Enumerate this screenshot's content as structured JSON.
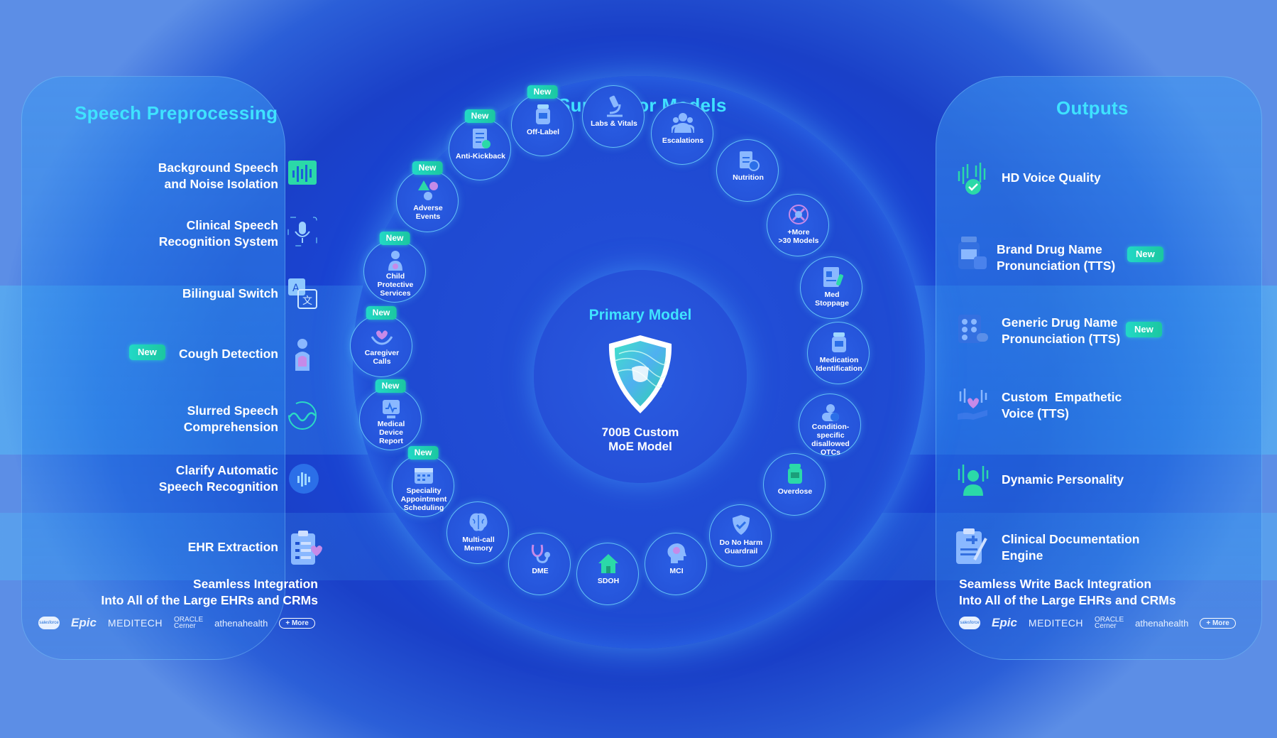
{
  "colors": {
    "accent": "#3fe2ff",
    "badge": "#22d8c6",
    "background": "#1a45d6"
  },
  "badge_label": "New",
  "left": {
    "title": "Speech Preprocessing",
    "items": [
      {
        "label": "Background Speech\nand Noise Isolation",
        "icon": "waveform-icon"
      },
      {
        "label": "Clinical Speech\nRecognition System",
        "icon": "microphone-icon"
      },
      {
        "label": "Bilingual Switch",
        "icon": "translate-icon"
      },
      {
        "label": "Cough Detection",
        "icon": "lungs-icon",
        "badge": true
      },
      {
        "label": "Slurred Speech\nComprehension",
        "icon": "wave-circle-icon"
      },
      {
        "label": "Clarify Automatic\nSpeech Recognition",
        "icon": "voice-circle-icon"
      },
      {
        "label": "EHR Extraction",
        "icon": "clipboard-icon"
      }
    ],
    "integration": "Seamless Integration\nInto All of the Large EHRs and CRMs"
  },
  "center": {
    "title": "Supervisor Models",
    "primary_title": "Primary Model",
    "primary_subtitle": "700B Custom\nMoE Model",
    "nodes": [
      {
        "label": "Off-Label",
        "new": true,
        "icon": "pill-bottle-icon"
      },
      {
        "label": "Labs & Vitals",
        "new": false,
        "icon": "microscope-icon"
      },
      {
        "label": "Escalations",
        "new": false,
        "icon": "people-icon"
      },
      {
        "label": "Nutrition",
        "new": false,
        "icon": "clipboard-apple-icon"
      },
      {
        "label": "+More\n>30 Models",
        "new": false,
        "icon": "network-icon"
      },
      {
        "label": "Med\nStoppage",
        "new": false,
        "icon": "prescription-icon"
      },
      {
        "label": "Medication\nIdentification",
        "new": false,
        "icon": "pill-bottle-icon"
      },
      {
        "label": "Condition-\nspecific\ndisallowed\nOTCs",
        "new": false,
        "icon": "capsules-icon"
      },
      {
        "label": "Overdose",
        "new": false,
        "icon": "medicine-icon"
      },
      {
        "label": "Do No Harm\nGuardrail",
        "new": false,
        "icon": "shield-check-icon"
      },
      {
        "label": "MCI",
        "new": false,
        "icon": "head-brain-icon"
      },
      {
        "label": "SDOH",
        "new": false,
        "icon": "house-icon"
      },
      {
        "label": "DME",
        "new": false,
        "icon": "stethoscope-icon"
      },
      {
        "label": "Multi-call\nMemory",
        "new": false,
        "icon": "brain-icon"
      },
      {
        "label": "Speciality\nAppointment\nScheduling",
        "new": true,
        "icon": "calendar-icon"
      },
      {
        "label": "Medical\nDevice\nReport",
        "new": true,
        "icon": "monitor-icon"
      },
      {
        "label": "Caregiver\nCalls",
        "new": true,
        "icon": "heart-hands-icon"
      },
      {
        "label": "Child\nProtective\nServices",
        "new": true,
        "icon": "child-icon"
      },
      {
        "label": "Adverse\nEvents",
        "new": true,
        "icon": "warning-icon"
      },
      {
        "label": "Anti-Kickback",
        "new": true,
        "icon": "document-icon"
      }
    ]
  },
  "right": {
    "title": "Outputs",
    "items": [
      {
        "label": "HD Voice Quality",
        "icon": "hd-voice-icon",
        "badge": false
      },
      {
        "label": "Brand Drug Name\nPronunciation (TTS)",
        "icon": "drug-bottle-icon",
        "badge": true
      },
      {
        "label": "Generic Drug Name\nPronunciation (TTS)",
        "icon": "pills-icon",
        "badge": true
      },
      {
        "label": "Custom  Empathetic\nVoice (TTS)",
        "icon": "hand-heart-icon",
        "badge": false
      },
      {
        "label": "Dynamic Personality",
        "icon": "person-voice-icon",
        "badge": false
      },
      {
        "label": "Clinical Documentation\nEngine",
        "icon": "documentation-icon",
        "badge": false
      }
    ],
    "integration": "Seamless Write Back Integration\nInto All of the Large EHRs and CRMs"
  },
  "logos": {
    "salesforce": "salesforce",
    "epic": "Epic",
    "meditech": "MEDITECH",
    "oracle": "ORACLE",
    "cerner": "Cerner",
    "athena": "athenahealth",
    "more": "+ More"
  }
}
